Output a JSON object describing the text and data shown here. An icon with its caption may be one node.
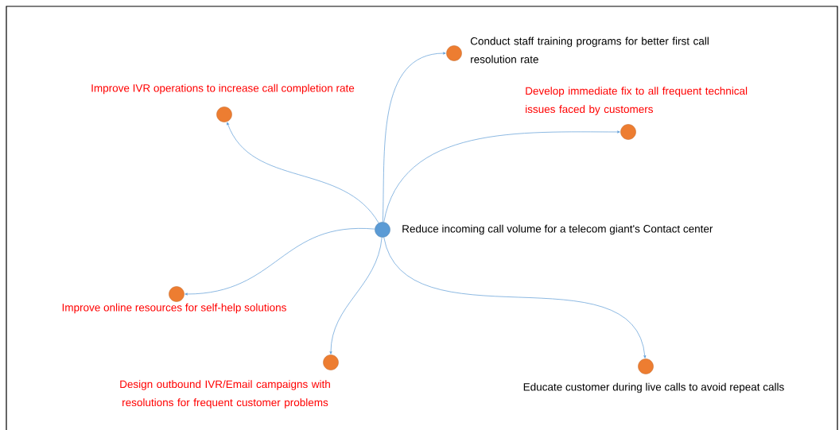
{
  "diagram": {
    "nodes": [
      {
        "text": [],
        "shape": "circle",
        "beside": [
          "Reduce incoming call volume for a telecom giant's Contact center"
        ]
      },
      {
        "text": [],
        "shape": "circle",
        "beside": [
          "Improve IVR operations to increase call completion rate"
        ]
      },
      {
        "text": [],
        "shape": "circle",
        "beside": [
          "Conduct staff training programs for better first call resolution rate"
        ]
      },
      {
        "text": [],
        "shape": "circle",
        "beside": [
          "Develop immediate fix to all frequent technical issues faced by customers"
        ]
      },
      {
        "text": [],
        "shape": "circle",
        "beside": [
          "Improve online resources for self-help solutions"
        ]
      },
      {
        "text": [],
        "shape": "circle",
        "beside": [
          "Design outbound IVR/Email campaigns with resolutions for frequent customer problems"
        ]
      },
      {
        "text": [],
        "shape": "circle",
        "beside": [
          "Educate customer during live calls to avoid repeat calls"
        ]
      }
    ],
    "edges": [
      {
        "from": 0,
        "to": 1,
        "arrow": "to"
      },
      {
        "from": 0,
        "to": 2,
        "arrow": "to"
      },
      {
        "from": 0,
        "to": 3,
        "arrow": "to"
      },
      {
        "from": 0,
        "to": 4,
        "arrow": "to"
      },
      {
        "from": 0,
        "to": 5,
        "arrow": "to"
      },
      {
        "from": 0,
        "to": 6,
        "arrow": "to"
      }
    ]
  }
}
